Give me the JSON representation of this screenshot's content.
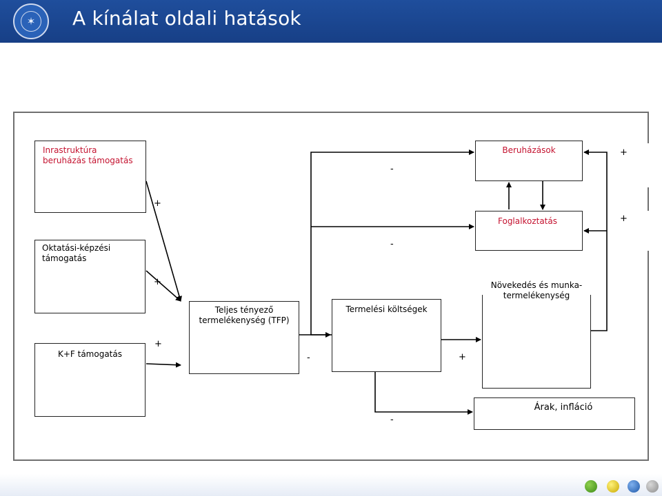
{
  "header": {
    "title": "A kínálat oldali hatások"
  },
  "diagram": {
    "nodes": {
      "infra": "Inrastruktúra beruházás támogatás",
      "oktatas": "Oktatási-képzési támogatás",
      "kf": "K+F támogatás",
      "tfp": "Teljes tényező termelékenység (TFP)",
      "koltsegek": "Termelési költségek",
      "beruhazasok": "Beruházások",
      "foglalkoztatas": "Foglalkoztatás",
      "novekedes": "Növekedés és munka-termelékenység",
      "arak": "Árak, infláció"
    },
    "signs": {
      "infra_tfp": "+",
      "oktatas_tfp": "+",
      "kf_tfp": "+",
      "kolt_beru": "-",
      "kolt_fogl": "-",
      "tfp_kolt": "-",
      "kolt_nov": "+",
      "kolt_arak": "-",
      "beru_fb": "+",
      "fogl_fb": "+"
    }
  }
}
